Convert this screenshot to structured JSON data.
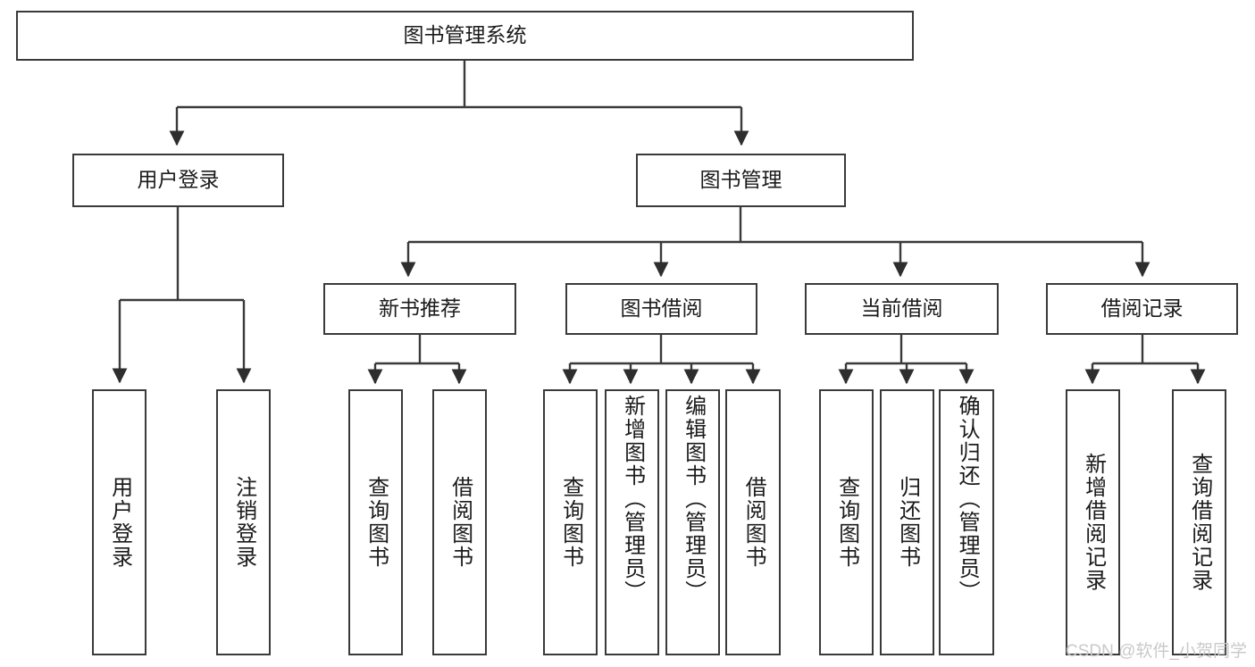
{
  "diagram": {
    "type": "tree",
    "title": "图书管理系统",
    "root": {
      "id": "root",
      "label": "图书管理系统"
    },
    "level1": [
      {
        "id": "user-login",
        "label": "用户登录"
      },
      {
        "id": "book-manage",
        "label": "图书管理"
      }
    ],
    "level2": [
      {
        "id": "new-book-recommend",
        "label": "新书推荐",
        "parent": "book-manage"
      },
      {
        "id": "book-borrow",
        "label": "图书借阅",
        "parent": "book-manage"
      },
      {
        "id": "current-borrow",
        "label": "当前借阅",
        "parent": "book-manage"
      },
      {
        "id": "borrow-record",
        "label": "借阅记录",
        "parent": "book-manage"
      }
    ],
    "leaves": [
      {
        "id": "leaf-user-login",
        "label": "用户登录",
        "parent": "user-login"
      },
      {
        "id": "leaf-logout",
        "label": "注销登录",
        "parent": "user-login"
      },
      {
        "id": "leaf-query-book-1",
        "label": "查询图书",
        "parent": "new-book-recommend"
      },
      {
        "id": "leaf-borrow-book-1",
        "label": "借阅图书",
        "parent": "new-book-recommend"
      },
      {
        "id": "leaf-query-book-2",
        "label": "查询图书",
        "parent": "book-borrow"
      },
      {
        "id": "leaf-add-book",
        "label": "新增图书（管理员）",
        "parent": "book-borrow"
      },
      {
        "id": "leaf-edit-book",
        "label": "编辑图书（管理员）",
        "parent": "book-borrow"
      },
      {
        "id": "leaf-borrow-book-2",
        "label": "借阅图书",
        "parent": "book-borrow"
      },
      {
        "id": "leaf-query-book-3",
        "label": "查询图书",
        "parent": "current-borrow"
      },
      {
        "id": "leaf-return-book",
        "label": "归还图书",
        "parent": "current-borrow"
      },
      {
        "id": "leaf-confirm-return",
        "label": "确认归还（管理员）",
        "parent": "current-borrow"
      },
      {
        "id": "leaf-add-record",
        "label": "新增借阅记录",
        "parent": "borrow-record"
      },
      {
        "id": "leaf-query-record",
        "label": "查询借阅记录",
        "parent": "borrow-record"
      }
    ],
    "colors": {
      "stroke": "#3a3a3a",
      "text": "#1b1b1b",
      "background": "#ffffff",
      "watermark": "#c9c9c9"
    }
  },
  "watermark": {
    "text": "CSDN @软件_小贺同学"
  }
}
